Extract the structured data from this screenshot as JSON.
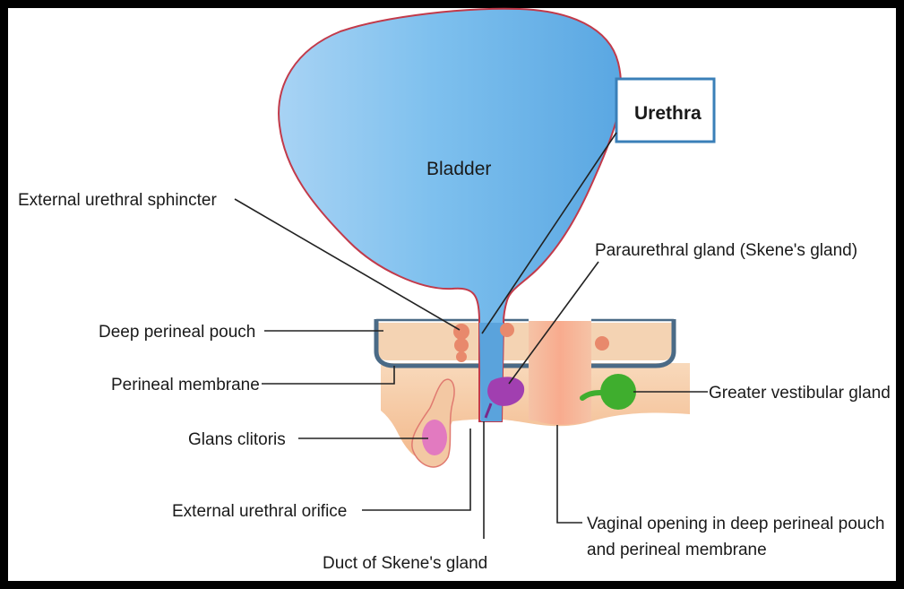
{
  "labels": {
    "bladder": "Bladder",
    "urethra": "Urethra",
    "external_urethral_sphincter": "External urethral sphincter",
    "paraurethral_gland": "Paraurethral gland (Skene's gland)",
    "deep_perineal_pouch": "Deep perineal pouch",
    "perineal_membrane": "Perineal membrane",
    "greater_vestibular_gland": "Greater vestibular gland",
    "glans_clitoris": "Glans clitoris",
    "external_urethral_orifice": "External urethral orifice",
    "vaginal_opening_line1": "Vaginal opening in deep perineal pouch",
    "vaginal_opening_line2": "and perineal membrane",
    "duct_of_skenes_gland": "Duct of Skene's gland"
  },
  "colors": {
    "bladder_fill": "#6fb6ea",
    "bladder_outline": "#c23a4a",
    "pouch_fill": "#f3d2b0",
    "membrane": "#4a6a86",
    "tissue": "#f6c79a",
    "sphincter": "#e8896c",
    "skene_gland": "#a13fb0",
    "vestibular_gland": "#3fae2e",
    "clitoris": "#e27ac0",
    "urethra_box_border": "#3a7fb8"
  }
}
